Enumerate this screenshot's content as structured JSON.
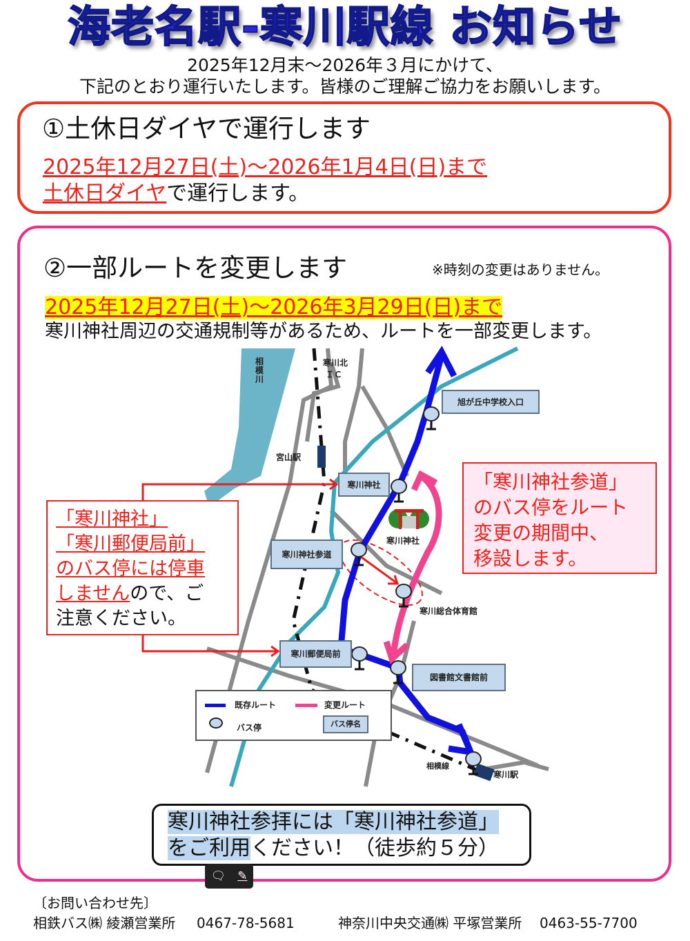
{
  "title": "海老名駅-寒川駅線 お知らせ",
  "intro": [
    "2025年12月末～2026年３月にかけて、",
    "下記のとおり運行いたします。皆様のご理解ご協力をお願いします。"
  ],
  "section1": {
    "heading": "①土休日ダイヤで運行します",
    "period": "2025年12月27日(土)～2026年1月4日(日)まで",
    "line2_red": "土休日ダイヤ",
    "line2_rest": "で運行します。"
  },
  "section2": {
    "heading": "②一部ルートを変更します",
    "note": "※時刻の変更はありません。",
    "period": "2025年12月27日(土)～2026年3月29日(日)まで",
    "desc": "寒川神社周辺の交通規制等があるため、ルートを一部変更します。"
  },
  "map": {
    "stops": {
      "asahigaoka": "旭が丘中学校入口",
      "samukawa_jinja": "寒川神社",
      "sando": "寒川神社参道",
      "post_office": "寒川郵便局前",
      "library": "図書館文書館前"
    },
    "places": {
      "river": "相模川",
      "ic_1": "寒川北",
      "ic_2": "ＩＣ",
      "miyayama": "宮山駅",
      "shrine": "寒川神社",
      "gym": "寒川総合体育館",
      "sagami_line": "相模線",
      "samukawa_st": "寒川駅"
    },
    "legend": {
      "existing": "既存ルート",
      "changed": "変更ルート",
      "bus_stop": "バス停",
      "stop_name": "バス停名"
    },
    "colors": {
      "existing": "#1010e0",
      "changed": "#f0448e",
      "river": "#6cb4c8",
      "road": "#8a8a8a",
      "teal": "#3aa8bc"
    }
  },
  "note_left": {
    "l1": "「寒川神社」",
    "l2": "「寒川郵便局前」",
    "l3": "のバス停には停車",
    "l4_red": "しません",
    "l4_rest": "ので、ご",
    "l5": "注意ください。"
  },
  "note_right": [
    "「寒川神社参道」",
    "のバス停をルート",
    "変更の期間中、",
    "移設します。"
  ],
  "callout": {
    "hl1": "寒川神社参拝には「",
    "hl2": "寒川神社参道",
    "end1": "」",
    "hl3": "をご利用",
    "rest": "ください！（徒歩約５分）"
  },
  "toolbar": {
    "comment_icon": "comment-icon",
    "highlight_icon": "highlighter-icon"
  },
  "footer": {
    "contact": "〔お問い合わせ先〕",
    "company1": "相鉄バス㈱ 綾瀬営業所",
    "phone1": "0467-78-5681",
    "company2": "神奈川中央交通㈱ 平塚営業所",
    "phone2": "0463-55-7700"
  }
}
